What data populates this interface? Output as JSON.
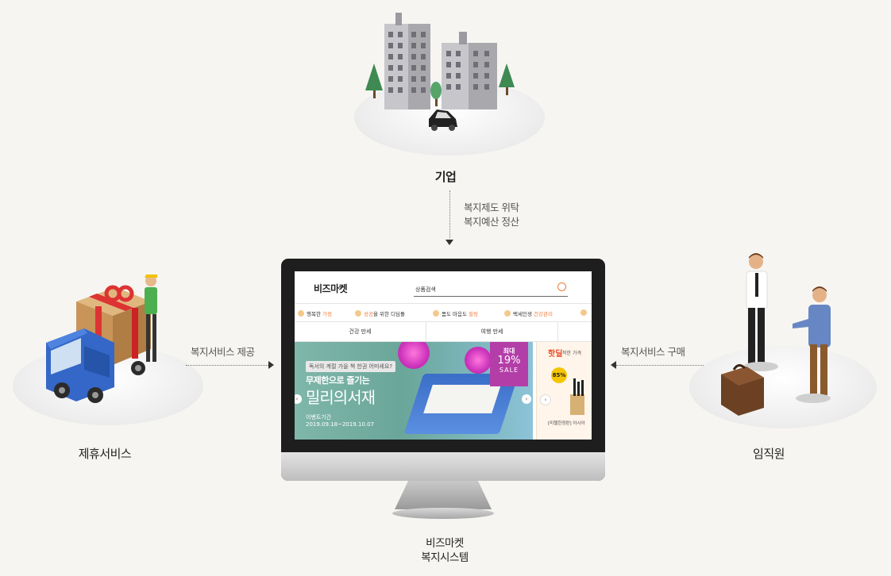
{
  "nodes": {
    "company": "기업",
    "partner": "제휴서비스",
    "employee": "임직원",
    "system_line1": "비즈마켓",
    "system_line2": "복지시스템"
  },
  "flows": {
    "company_line1": "복지제도 위탁",
    "company_line2": "복지예산 정산",
    "partner": "복지서비스 제공",
    "employee": "복지서비스 구매"
  },
  "screen": {
    "logo": "비즈마켓",
    "search_placeholder": "상품검색",
    "categories": [
      {
        "pre": "행복한 ",
        "em": "가정",
        "post": ""
      },
      {
        "pre": "",
        "em": "성공",
        "post": "을 위한 디딤돌"
      },
      {
        "pre": "몸도 마음도 ",
        "em": "힐링",
        "post": ""
      },
      {
        "pre": "백세인생 ",
        "em": "건강관리",
        "post": ""
      }
    ],
    "tabs": [
      "건강 만세",
      "여행 만세"
    ],
    "banner": {
      "tag": "독서의 계절 가을 책 한권 어떠세요?",
      "headline": "무제한으로 즐기는",
      "title": "밀리의서재",
      "period_label": "이벤트기간",
      "period": "2019.09.18~2019.10.07",
      "sale_top": "최대",
      "sale_pct": "19%",
      "sale_word": "SALE"
    },
    "side": {
      "hot": "핫딜",
      "sub": "착한 가격",
      "pct": "85%",
      "product": "[미첼한정판] 아시아"
    }
  }
}
